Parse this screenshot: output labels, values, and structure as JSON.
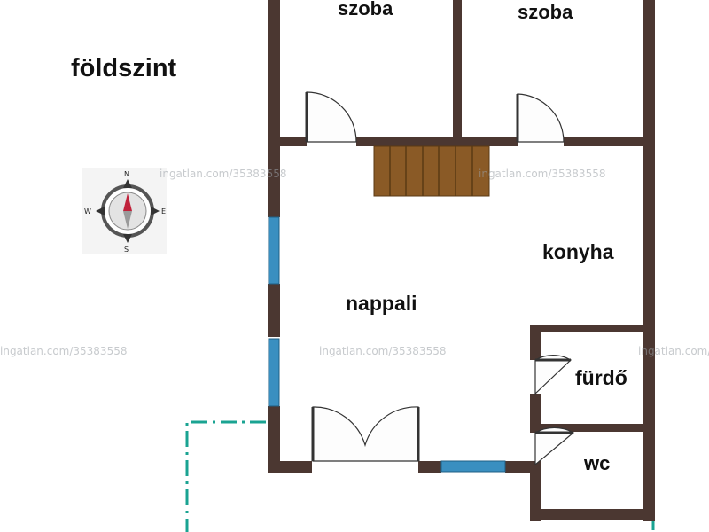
{
  "floor_title": "földszint",
  "rooms": {
    "room_top_left": "szoba",
    "room_top_right": "szoba",
    "living": "nappali",
    "kitchen": "konyha",
    "bathroom": "fürdő",
    "wc": "wc"
  },
  "compass": {
    "n": "N",
    "e": "E",
    "s": "S",
    "w": "W"
  },
  "watermark": "ingatlan.com/35383558",
  "colors": {
    "wall": "#4b3731",
    "window": "#3a8fc0",
    "stairs": "#8a5a26",
    "outline": "#1aa392",
    "door_fill": "#fdfdfd",
    "compass_arrow": "#c0213a"
  }
}
